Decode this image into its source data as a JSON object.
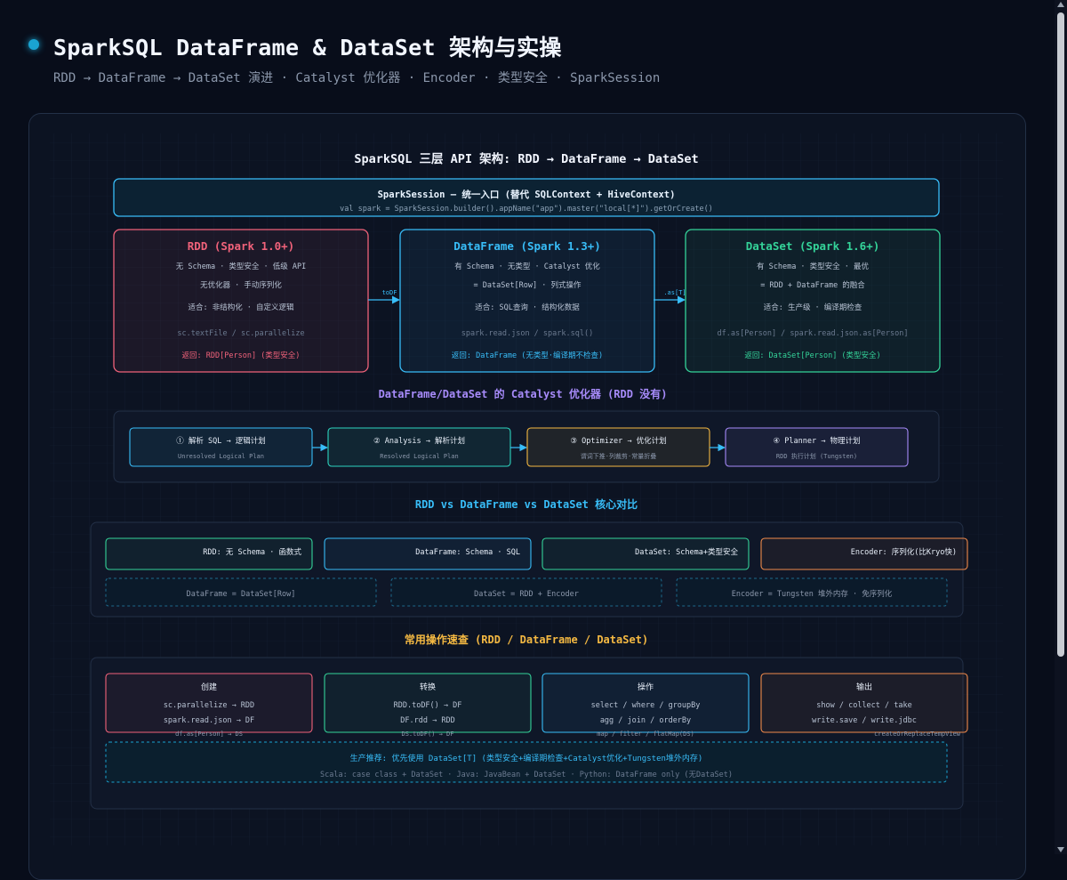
{
  "header": {
    "title": "SparkSQL DataFrame & DataSet 架构与实操",
    "subtitle": "RDD → DataFrame → DataSet 演进 · Catalyst 优化器 · Encoder · 类型安全 · SparkSession"
  },
  "diagram": {
    "title": "SparkSQL 三层 API 架构: RDD → DataFrame → DataSet",
    "session": {
      "title": "SparkSession — 统一入口 (替代 SQLContext + HiveContext)",
      "code": "val spark = SparkSession.builder().appName(\"app\").master(\"local[*]\").getOrCreate()"
    },
    "apis": [
      {
        "name": "RDD (Spark 1.0+)",
        "l1": "无 Schema · 类型安全 · 低级 API",
        "l2": "无优化器 · 手动序列化",
        "l3": "适合: 非结构化 · 自定义逻辑",
        "code": "sc.textFile / sc.parallelize",
        "ret": "返回: RDD[Person] (类型安全)",
        "color": "#f0627a"
      },
      {
        "name": "DataFrame (Spark 1.3+)",
        "l1": "有 Schema · 无类型 · Catalyst 优化",
        "l2": "= DataSet[Row] · 列式操作",
        "l3": "适合: SQL查询 · 结构化数据",
        "code": "spark.read.json / spark.sql()",
        "ret": "返回: DataFrame (无类型·编译期不检查)",
        "color": "#38bdf8"
      },
      {
        "name": "DataSet (Spark 1.6+)",
        "l1": "有 Schema · 类型安全 · 最优",
        "l2": "= RDD + DataFrame 的融合",
        "l3": "适合: 生产级 · 编译期检查",
        "code": "df.as[Person] / spark.read.json.as[Person]",
        "ret": "返回: DataSet[Person] (类型安全)",
        "color": "#34d399"
      }
    ],
    "arrows": [
      "toDF",
      ".as[T]"
    ],
    "catalyst": {
      "title": "DataFrame/DataSet 的 Catalyst 优化器 (RDD 没有)",
      "steps": [
        {
          "label": "① 解析 SQL → 逻辑计划",
          "sub": "Unresolved Logical Plan",
          "color": "#38bdf8"
        },
        {
          "label": "② Analysis → 解析计划",
          "sub": "Resolved Logical Plan",
          "color": "#2dd4bf"
        },
        {
          "label": "③ Optimizer → 优化计划",
          "sub": "谓词下推·列裁剪·常量折叠",
          "color": "#f5b942"
        },
        {
          "label": "④ Planner → 物理计划",
          "sub": "RDD 执行计划 (Tungsten)",
          "color": "#a78bfa"
        }
      ]
    },
    "compare": {
      "title": "RDD vs DataFrame vs DataSet 核心对比",
      "cells": [
        {
          "text": "RDD: 无 Schema · 函数式",
          "color": "#34d399"
        },
        {
          "text": "DataFrame: Schema · SQL",
          "color": "#38bdf8"
        },
        {
          "text": "DataSet: Schema+类型安全",
          "color": "#34d399"
        },
        {
          "text": "Encoder: 序列化(比Kryo快)",
          "color": "#f08a4b"
        }
      ],
      "notes": [
        "DataFrame = DataSet[Row]",
        "DataSet = RDD + Encoder",
        "Encoder = Tungsten 堆外内存 · 免序列化"
      ]
    },
    "ops": {
      "title": "常用操作速查 (RDD / DataFrame / DataSet)",
      "cards": [
        {
          "title": "创建",
          "lines": [
            "sc.parallelize → RDD",
            "spark.read.json → DF",
            "df.as[Person] → DS"
          ],
          "color": "#f0627a"
        },
        {
          "title": "转换",
          "lines": [
            "RDD.toDF() → DF",
            "DF.rdd → RDD",
            "DS.toDF() → DF"
          ],
          "color": "#34d399"
        },
        {
          "title": "操作",
          "lines": [
            "select / where / groupBy",
            "agg / join / orderBy",
            "map / filter / flatMap(DS)"
          ],
          "color": "#38bdf8"
        },
        {
          "title": "输出",
          "lines": [
            "show / collect / take",
            "write.save / write.jdbc",
            "createOrReplaceTempView"
          ],
          "color": "#f08a4b"
        }
      ],
      "recommend": "生产推荐: 优先使用 DataSet[T] (类型安全+编译期检查+Catalyst优化+Tungsten堆外内存)",
      "langs": "Scala: case class + DataSet · Java: JavaBean + DataSet · Python: DataFrame only (无DataSet)"
    }
  }
}
